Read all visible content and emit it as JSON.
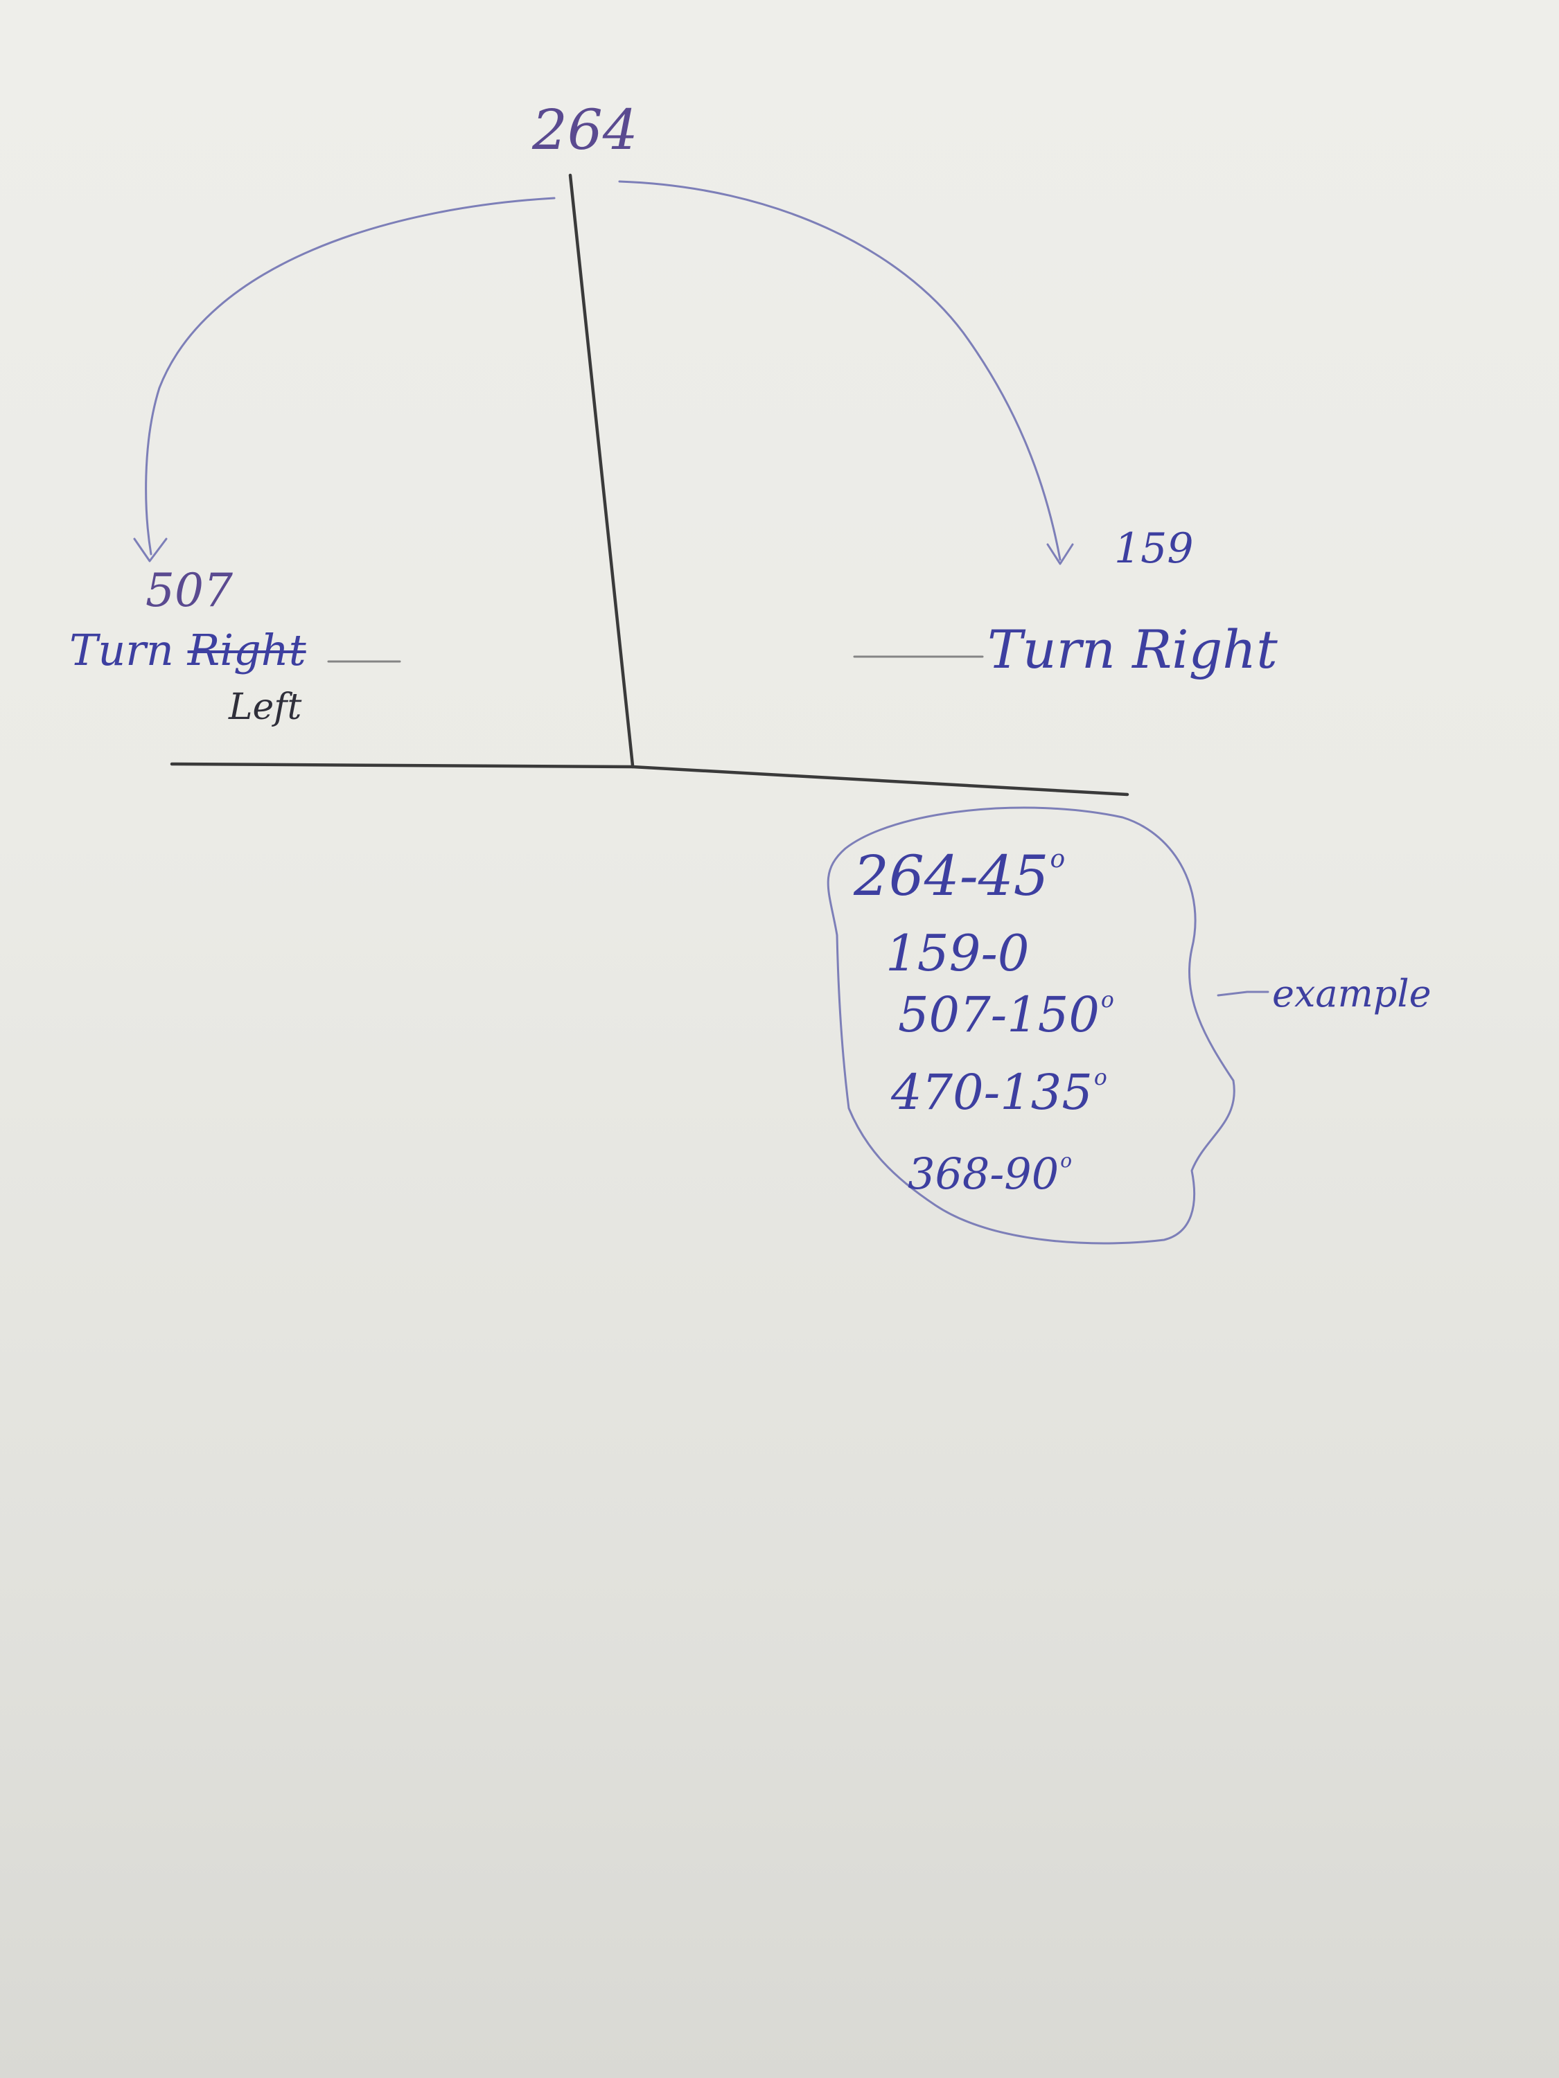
{
  "diagram": {
    "top_value": "264",
    "left_value": "507",
    "right_value": "159",
    "left_label": {
      "word": "Turn",
      "struck_word": "Right",
      "correction": "Left"
    },
    "right_label": "Turn Right",
    "table": [
      {
        "value": "264",
        "sep": "-",
        "angle": "45",
        "degree": "o"
      },
      {
        "value": "159",
        "sep": "-",
        "angle": "0",
        "degree": ""
      },
      {
        "value": "507",
        "sep": "-",
        "angle": "150",
        "degree": "o"
      },
      {
        "value": "470",
        "sep": "-",
        "angle": "135",
        "degree": "o"
      },
      {
        "value": "368",
        "sep": "-",
        "angle": "90",
        "degree": "o"
      }
    ],
    "table_annotation": "example",
    "colors": {
      "blue_ink": "#3d3fa0",
      "light_blue_ink": "#7d7fb8",
      "dark_ink": "#3a3a3a",
      "paper": "#ecece7"
    }
  }
}
